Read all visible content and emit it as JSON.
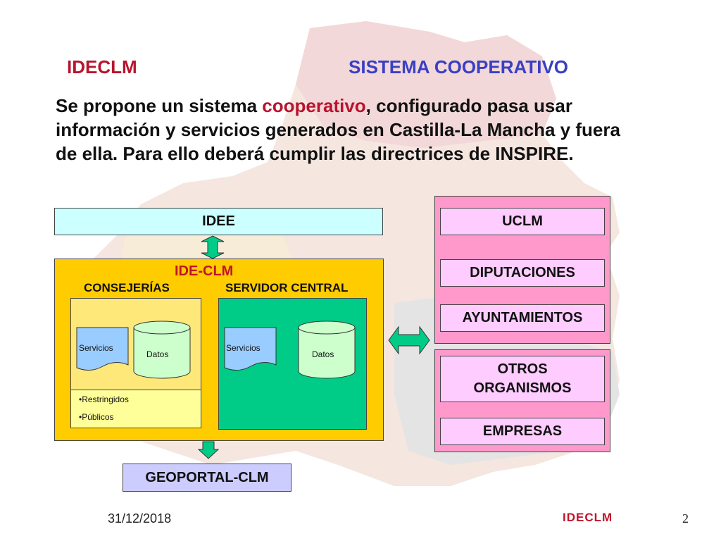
{
  "header": {
    "left_title": "IDECLM",
    "right_title": "SISTEMA COOPERATIVO"
  },
  "intro": {
    "before": "Se propone un sistema ",
    "highlight": "cooperativo",
    "after": ", configurado pasa usar información y servicios generados en Castilla-La Mancha y fuera de ella. Para ello deberá cumplir las directrices de INSPIRE."
  },
  "diagram": {
    "idee": "IDEE",
    "ide_clm": {
      "title": "IDE-CLM",
      "consejerias": {
        "label": "CONSEJERÍAS",
        "servicios": "Servicios",
        "datos": "Datos",
        "bullets": [
          "•Restringidos",
          "•Públicos"
        ]
      },
      "servidor_central": {
        "label": "SERVIDOR CENTRAL",
        "servicios": "Servicios",
        "datos": "Datos"
      }
    },
    "geoportal": "GEOPORTAL-CLM",
    "right_group_top": [
      "UCLM",
      "DIPUTACIONES",
      "AYUNTAMIENTOS"
    ],
    "right_group_bottom": {
      "otros_line1": "OTROS",
      "otros_line2": "ORGANISMOS",
      "empresas": "EMPRESAS"
    }
  },
  "footer": {
    "date": "31/12/2018",
    "brand": "IDECLM",
    "page": "2"
  },
  "colors": {
    "title_red": "#b8142e",
    "title_blue": "#3a3fc4",
    "idee_fill": "#ccffff",
    "ideclm_fill": "#ffcc00",
    "servidor_fill": "#00cc88",
    "pink_group": "#ff99cc",
    "pink_box": "#ffccff",
    "geoportal_fill": "#ccccff",
    "arrow_green": "#00cc88"
  }
}
